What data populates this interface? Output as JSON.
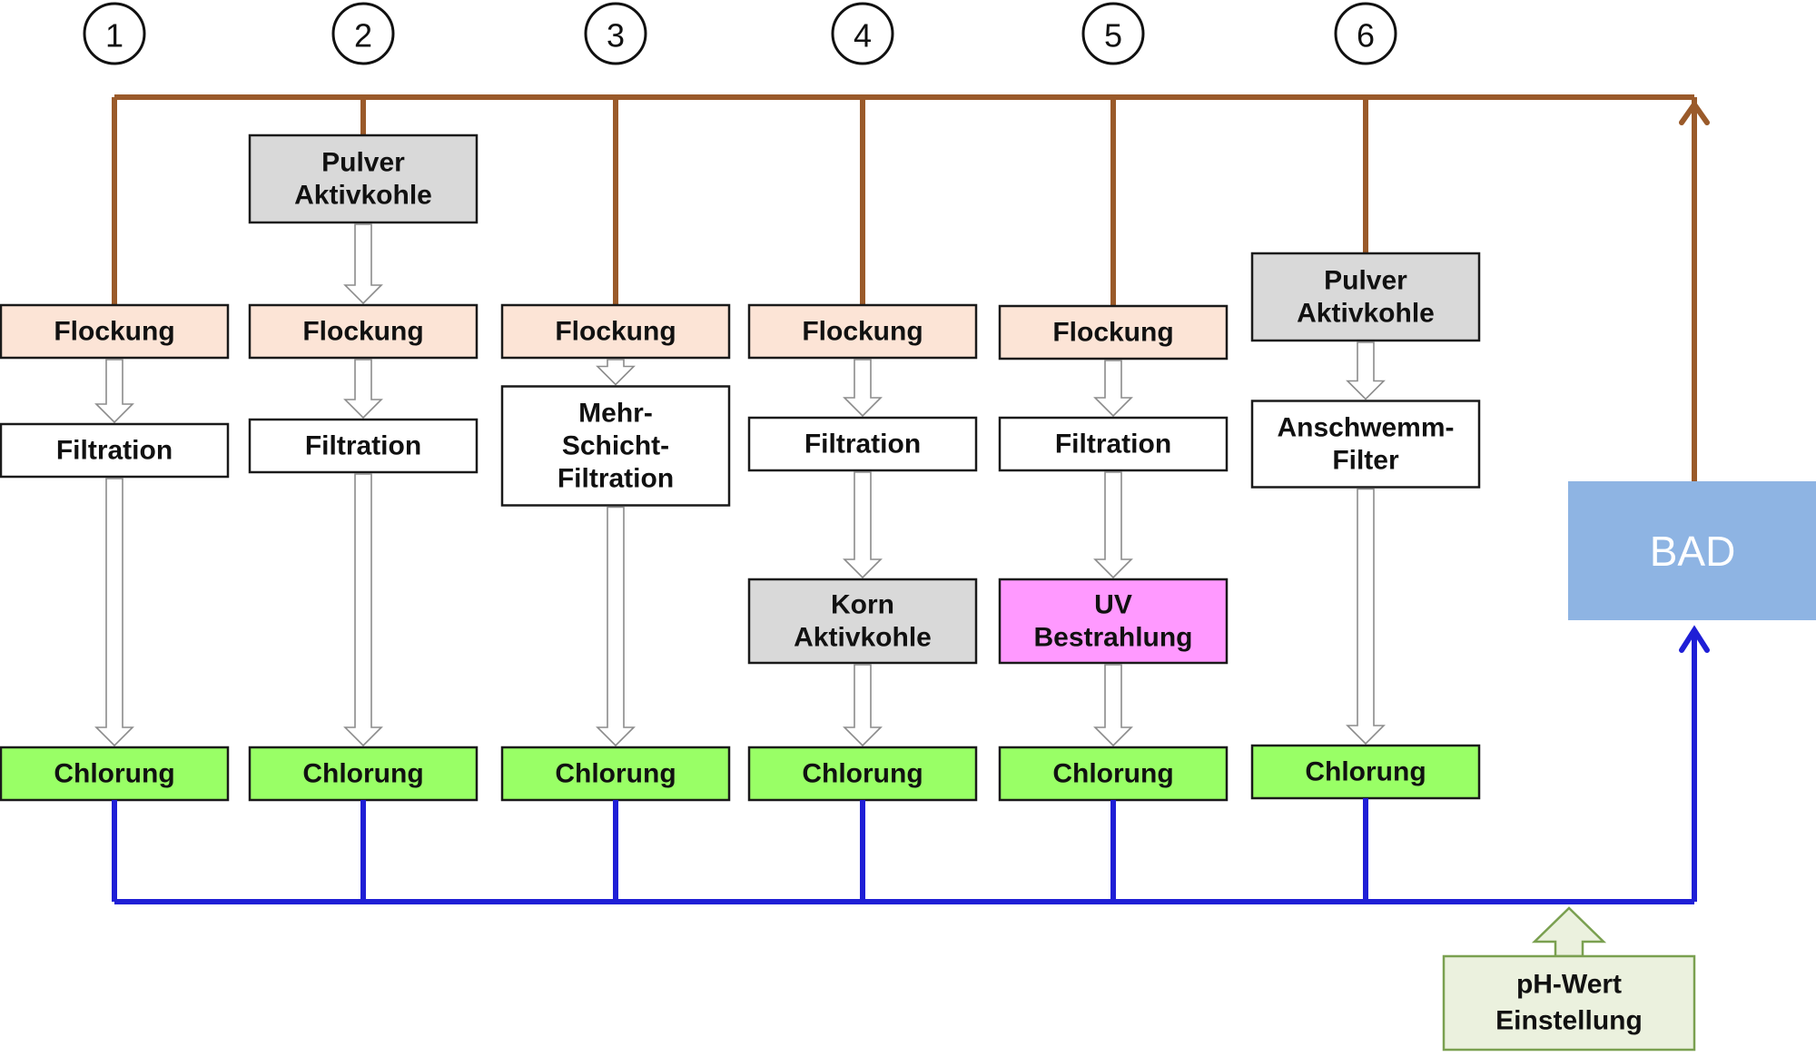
{
  "colors": {
    "return_line": "#9a5a2a",
    "supply_line": "#1f1fd6",
    "flockung": "#fce4d6",
    "pulver": "#d9d9d9",
    "filtration": "#ffffff",
    "korn": "#d9d9d9",
    "uv": "#ff99ff",
    "chlorung": "#99ff66",
    "bad": "#8eb4e3",
    "ph": "#ebf1de",
    "ph_border": "#7aa050"
  },
  "columns": [
    {
      "number": "1",
      "steps": [
        {
          "type": "flockung",
          "lines": [
            "Flockung"
          ]
        },
        {
          "type": "filtration",
          "lines": [
            "Filtration"
          ]
        },
        {
          "type": "chlorung",
          "lines": [
            "Chlorung"
          ]
        }
      ]
    },
    {
      "number": "2",
      "steps": [
        {
          "type": "pulver",
          "lines": [
            "Pulver",
            "Aktivkohle"
          ]
        },
        {
          "type": "flockung",
          "lines": [
            "Flockung"
          ]
        },
        {
          "type": "filtration",
          "lines": [
            "Filtration"
          ]
        },
        {
          "type": "chlorung",
          "lines": [
            "Chlorung"
          ]
        }
      ]
    },
    {
      "number": "3",
      "steps": [
        {
          "type": "flockung",
          "lines": [
            "Flockung"
          ]
        },
        {
          "type": "filtration",
          "lines": [
            "Mehr-",
            "Schicht-",
            "Filtration"
          ]
        },
        {
          "type": "chlorung",
          "lines": [
            "Chlorung"
          ]
        }
      ]
    },
    {
      "number": "4",
      "steps": [
        {
          "type": "flockung",
          "lines": [
            "Flockung"
          ]
        },
        {
          "type": "filtration",
          "lines": [
            "Filtration"
          ]
        },
        {
          "type": "korn",
          "lines": [
            "Korn",
            "Aktivkohle"
          ]
        },
        {
          "type": "chlorung",
          "lines": [
            "Chlorung"
          ]
        }
      ]
    },
    {
      "number": "5",
      "steps": [
        {
          "type": "flockung",
          "lines": [
            "Flockung"
          ]
        },
        {
          "type": "filtration",
          "lines": [
            "Filtration"
          ]
        },
        {
          "type": "uv",
          "lines": [
            "UV",
            "Bestrahlung"
          ]
        },
        {
          "type": "chlorung",
          "lines": [
            "Chlorung"
          ]
        }
      ]
    },
    {
      "number": "6",
      "steps": [
        {
          "type": "pulver",
          "lines": [
            "Pulver",
            "Aktivkohle"
          ]
        },
        {
          "type": "filtration",
          "lines": [
            "Anschwemm-",
            "Filter"
          ]
        },
        {
          "type": "chlorung",
          "lines": [
            "Chlorung"
          ]
        }
      ]
    }
  ],
  "bad_label": "BAD",
  "ph_lines": [
    "pH-Wert",
    "Einstellung"
  ]
}
